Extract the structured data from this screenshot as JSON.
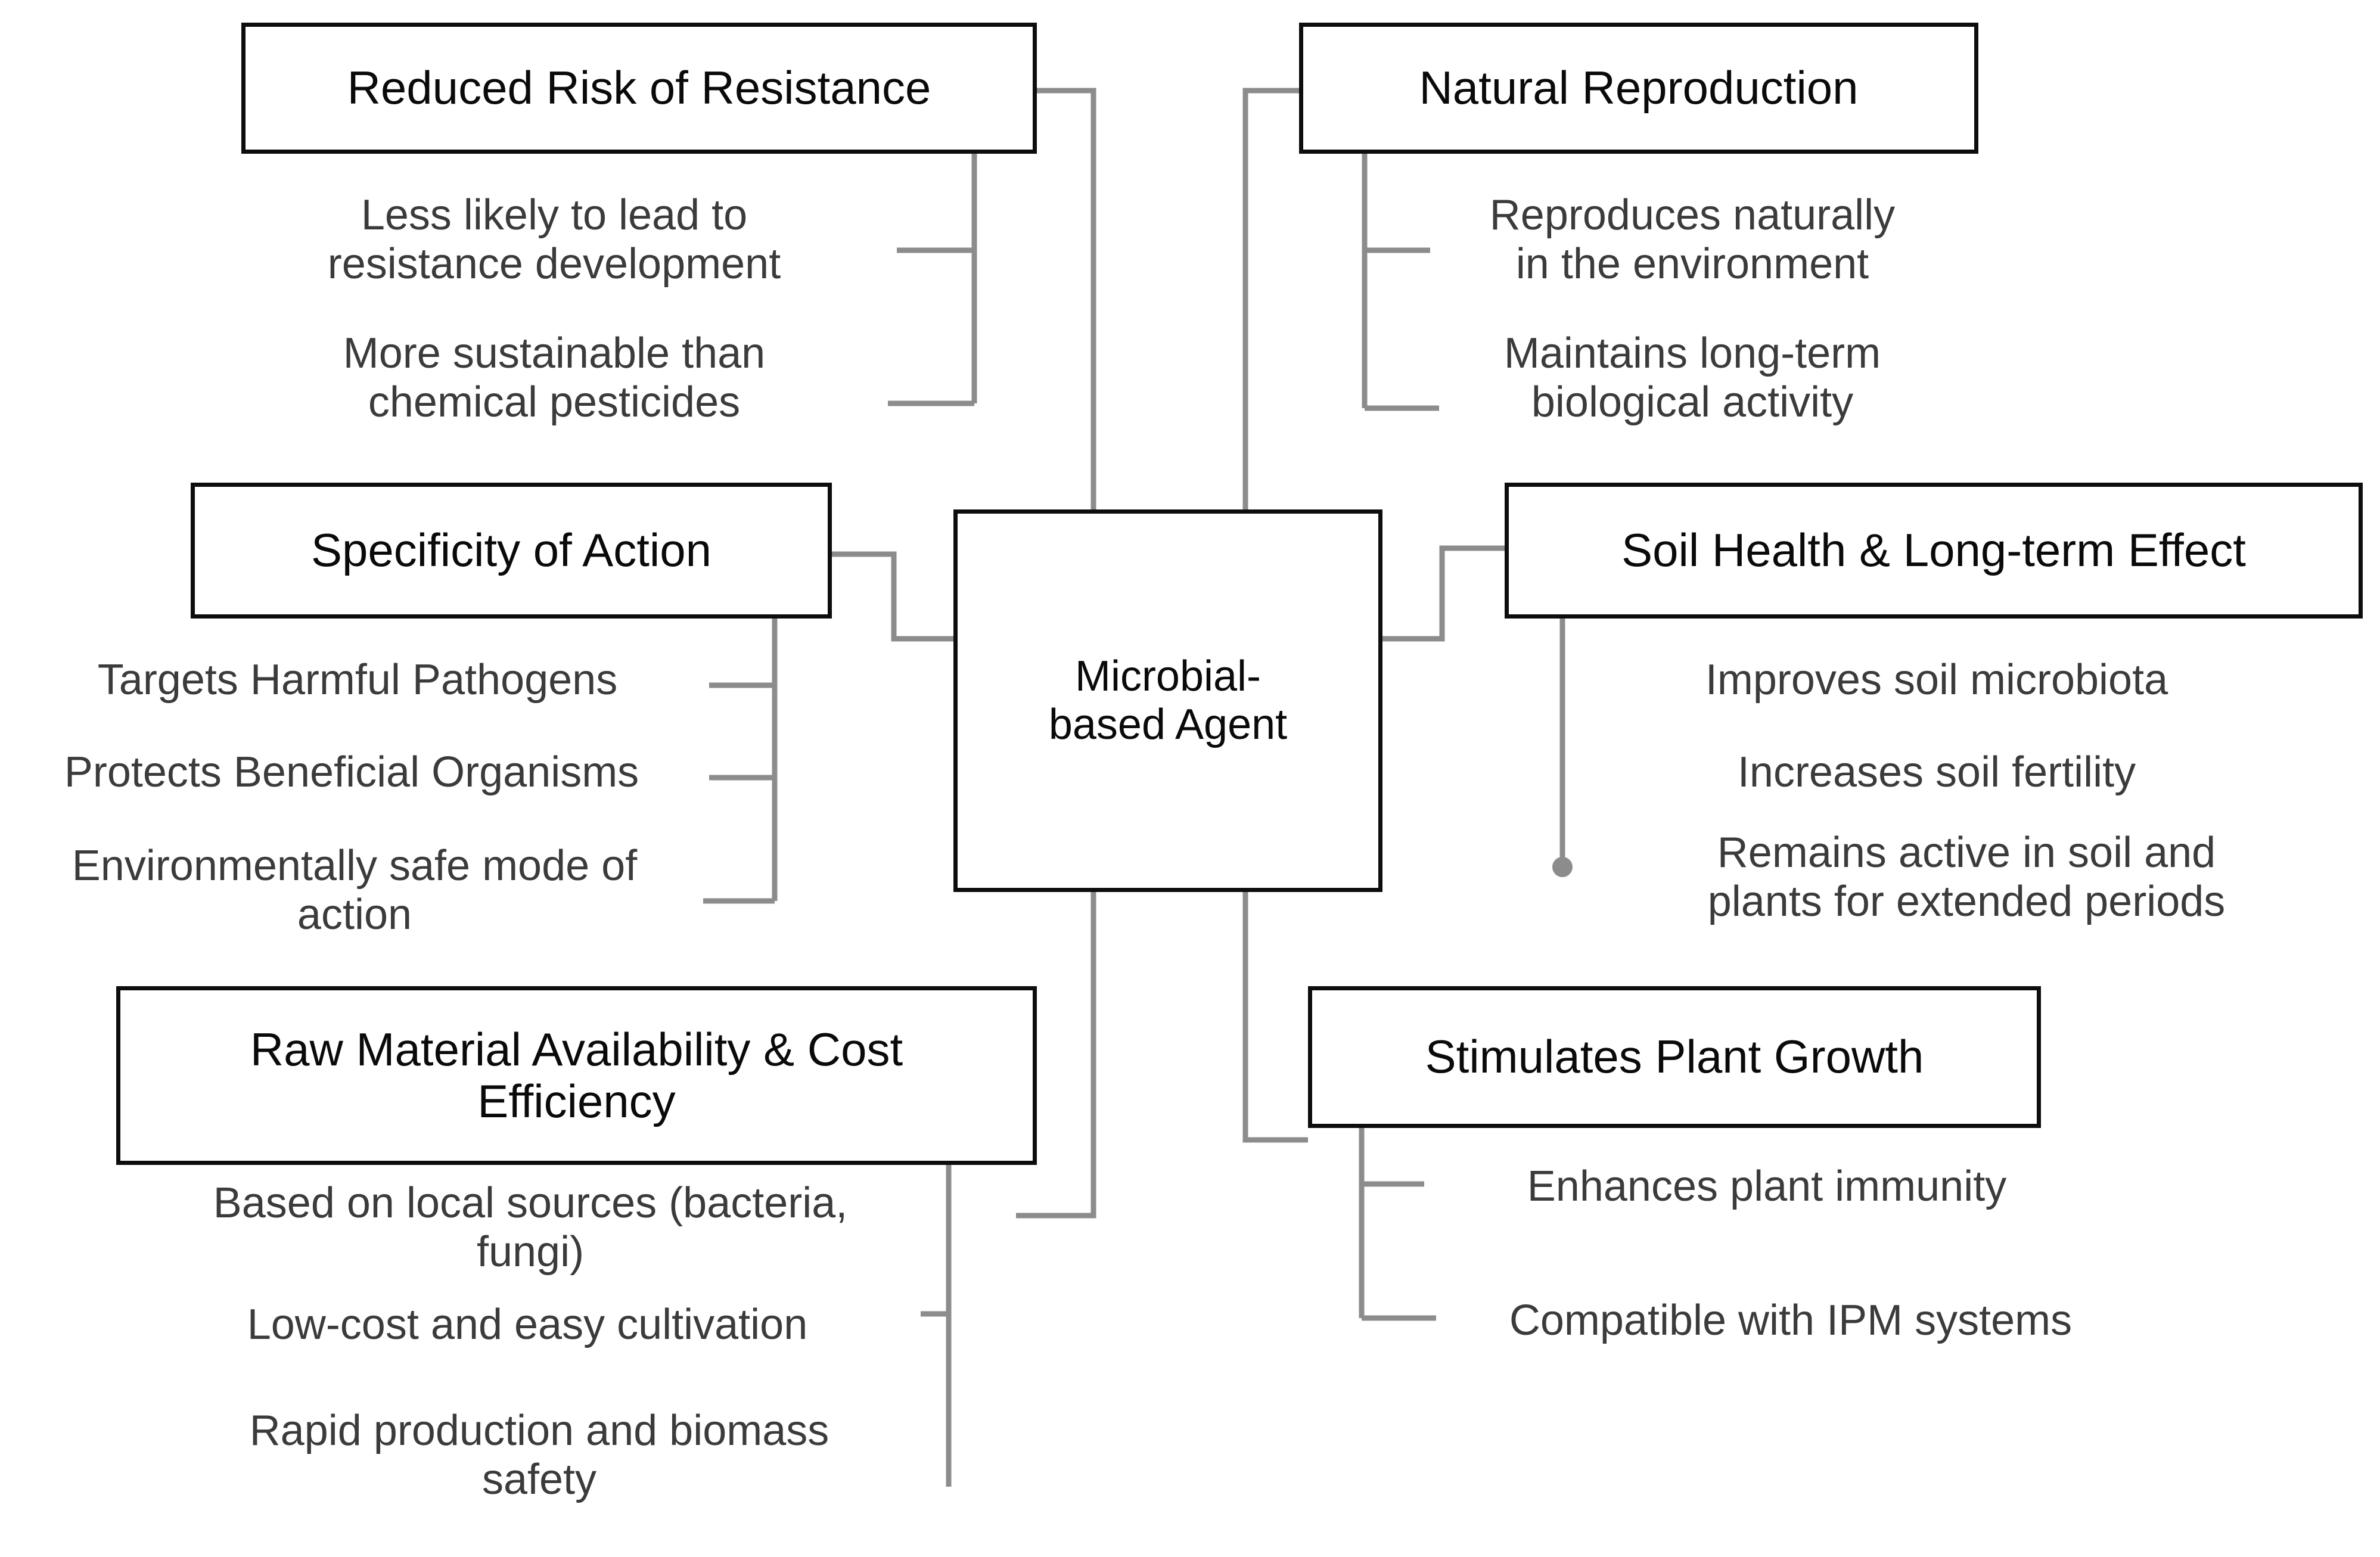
{
  "diagram": {
    "type": "mind-map",
    "center": {
      "label": "Microbial-\nbased Agent"
    },
    "branches": [
      {
        "id": "reduced-risk-of-resistance",
        "title": "Reduced Risk of Resistance",
        "position": "top-left",
        "items": [
          "Less likely to lead to\nresistance development",
          "More sustainable than\nchemical pesticides"
        ]
      },
      {
        "id": "natural-reproduction",
        "title": "Natural Reproduction",
        "position": "top-right",
        "items": [
          "Reproduces naturally\nin the environment",
          "Maintains long-term\nbiological activity"
        ]
      },
      {
        "id": "specificity-of-action",
        "title": "Specificity of Action",
        "position": "middle-left",
        "items": [
          "Targets Harmful Pathogens",
          "Protects Beneficial Organisms",
          "Environmentally safe mode of\naction"
        ]
      },
      {
        "id": "soil-health-and-long-term-effect",
        "title": "Soil Health & Long-term Effect",
        "position": "middle-right",
        "items": [
          "Improves soil microbiota",
          "Increases soil fertility",
          "Remains active in soil and\nplants for extended periods"
        ]
      },
      {
        "id": "raw-material-availability-and-cost-efficiency",
        "title": "Raw Material Availability & Cost\nEfficiency",
        "position": "bottom-left",
        "items": [
          "Based on local sources (bacteria,\nfungi)",
          "Low-cost and easy cultivation",
          "Rapid production and biomass\nsafety"
        ]
      },
      {
        "id": "stimulates-plant-growth",
        "title": "Stimulates Plant Growth",
        "position": "bottom-right",
        "items": [
          "Enhances plant immunity",
          "Compatible with IPM systems"
        ]
      }
    ],
    "colors": {
      "node_border": "#0d0d0d",
      "node_text": "#0a0a0a",
      "leaf_text": "#3b3b3b",
      "connector": "#8c8c8c",
      "background": "#ffffff"
    }
  }
}
